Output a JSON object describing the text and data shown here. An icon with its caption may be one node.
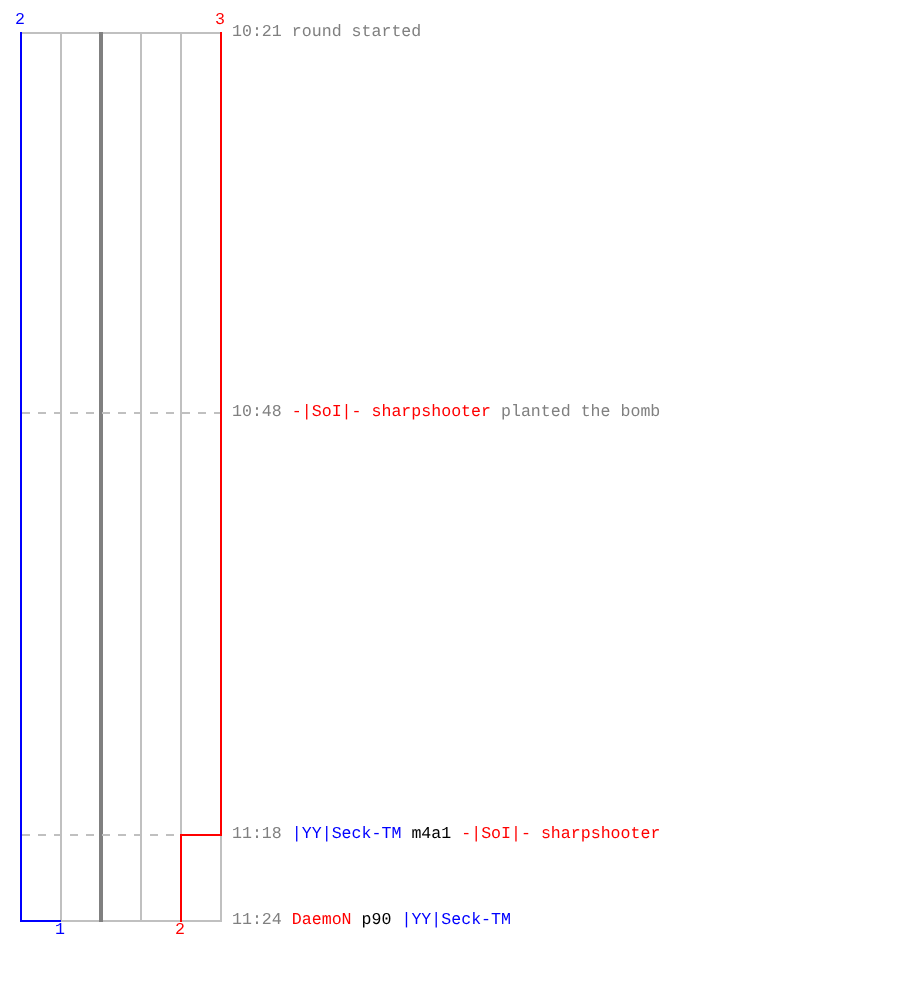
{
  "diagram": {
    "labels": [
      "2",
      "3",
      "10:21",
      "round started",
      "10:48",
      "-|SoI|- sharpshooter",
      "planted the bomb",
      "11:18",
      "|YY|Seck-TM",
      "m4a1",
      "-|SoI|- sharpshooter",
      "11:24",
      "DaemoN",
      "p90",
      "|YY|Seck-TM",
      "1",
      "2"
    ]
  }
}
